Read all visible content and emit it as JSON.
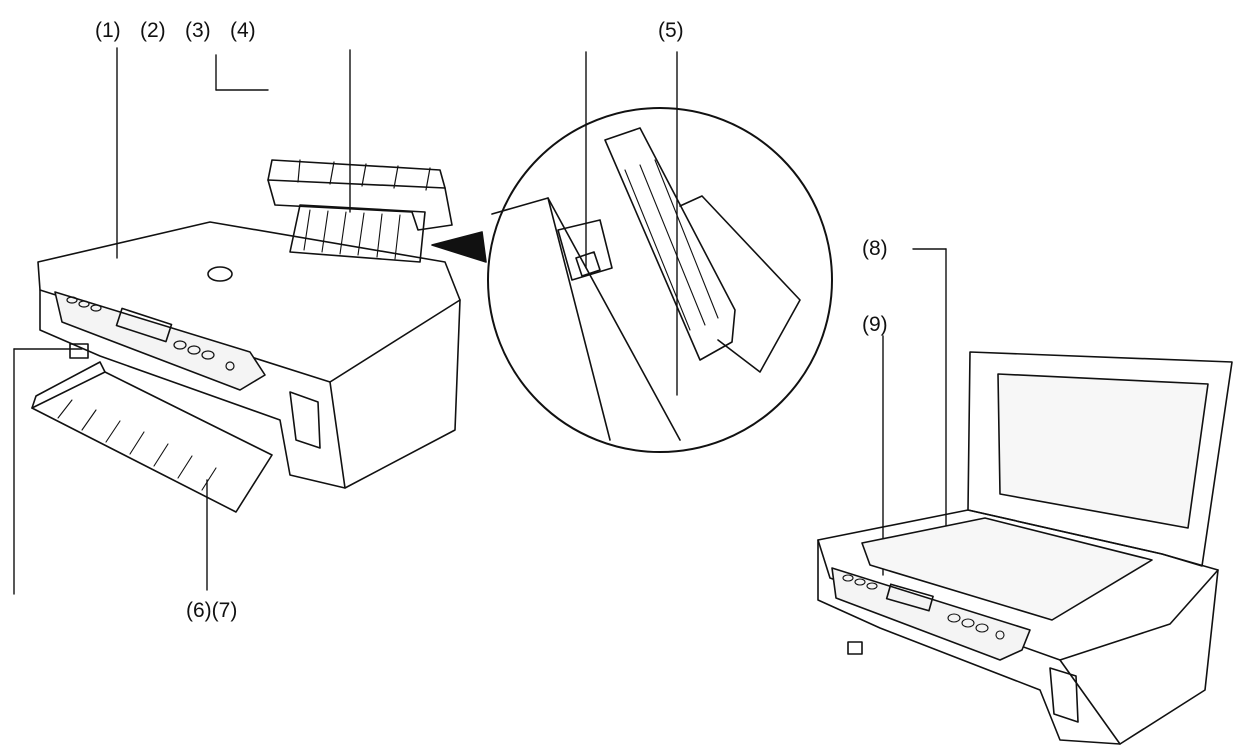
{
  "callouts": {
    "c1": "(1)",
    "c2": "(2)",
    "c3": "(3)",
    "c4": "(4)",
    "c5": "(5)",
    "c67": "(6)(7)",
    "c8": "(8)",
    "c9": "(9)"
  },
  "colors": {
    "line": "#111111",
    "panel_fill": "#f4f4f4",
    "glass_fill": "#f7f7f7",
    "background": "#ffffff"
  },
  "icons": [
    "printer-front-view",
    "paper-guide-detail-circle",
    "printer-open-lid-view"
  ]
}
